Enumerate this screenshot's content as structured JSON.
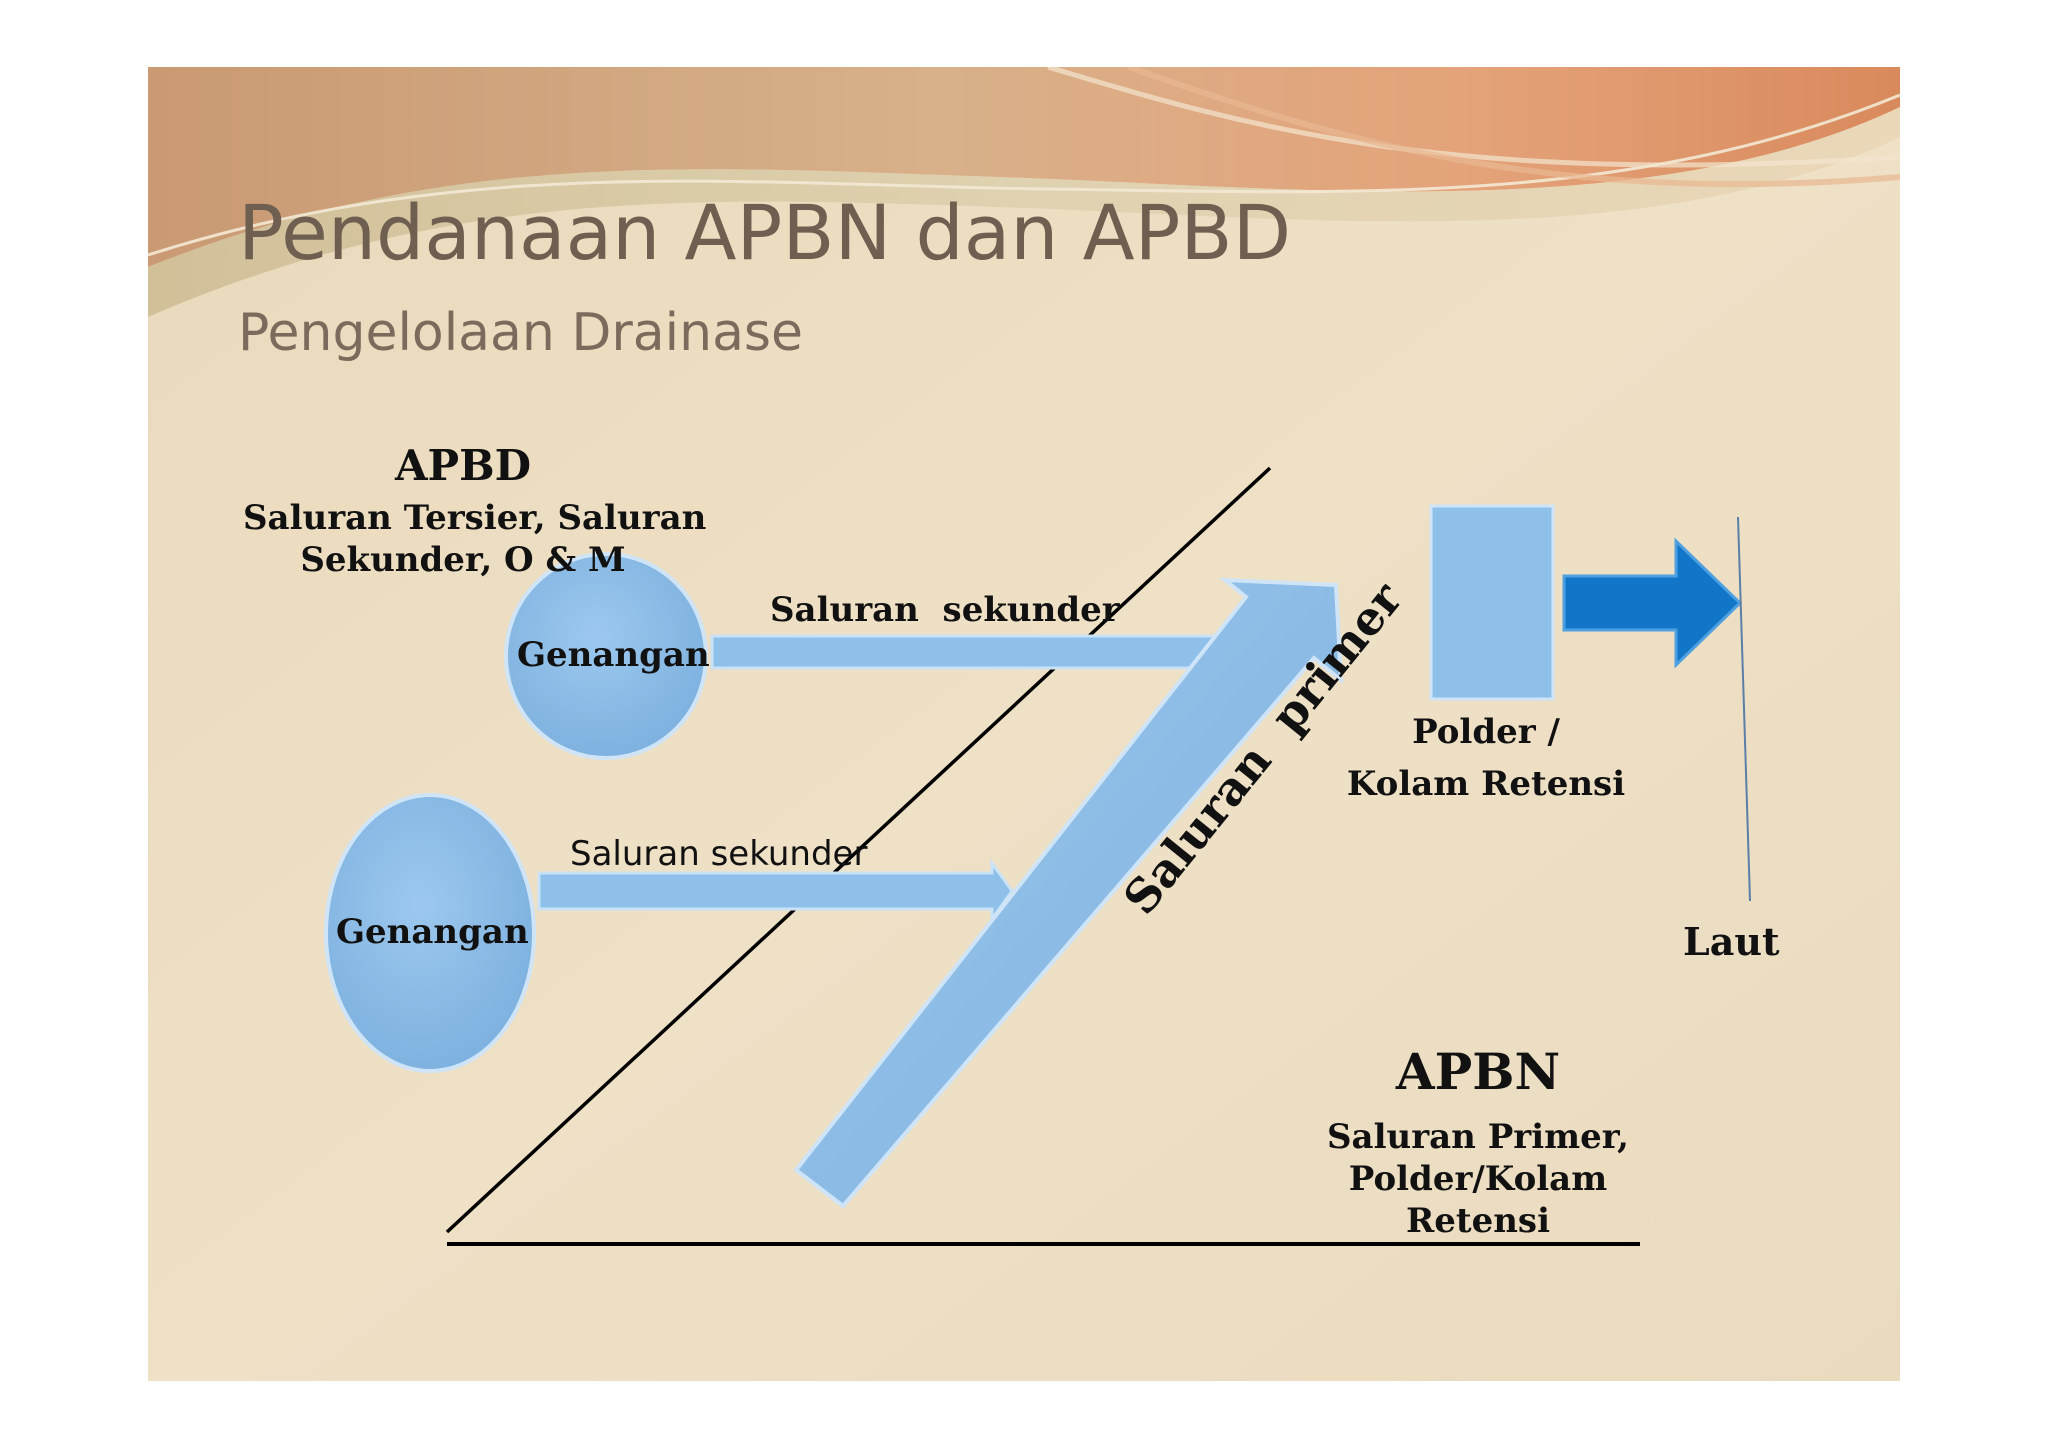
{
  "slide": {
    "title": "Pendanaan APBN dan APBD",
    "subtitle": "Pengelolaan Drainase"
  },
  "diagram": {
    "apbd": {
      "heading": "APBD",
      "line1": "Saluran Tersier, Saluran",
      "line2": "Sekunder, O & M"
    },
    "apbn": {
      "heading": "APBN",
      "line1": "Saluran Primer,",
      "line2": "Polder/Kolam",
      "line3": "Retensi"
    },
    "pond_upper_label": "Genangan",
    "pond_lower_label": "Genangan",
    "channel_upper_label": "Saluran  sekunder",
    "channel_lower_label": "Saluran sekunder",
    "primary_label": "Saluran  primer",
    "polder_line1": "Polder /",
    "polder_line2": "Kolam Retensi",
    "sea_label": "Laut"
  },
  "colors": {
    "shape_fill": "#86b9e4",
    "outflow_arrow": "#1176c8",
    "background": "#ecdcc0"
  }
}
